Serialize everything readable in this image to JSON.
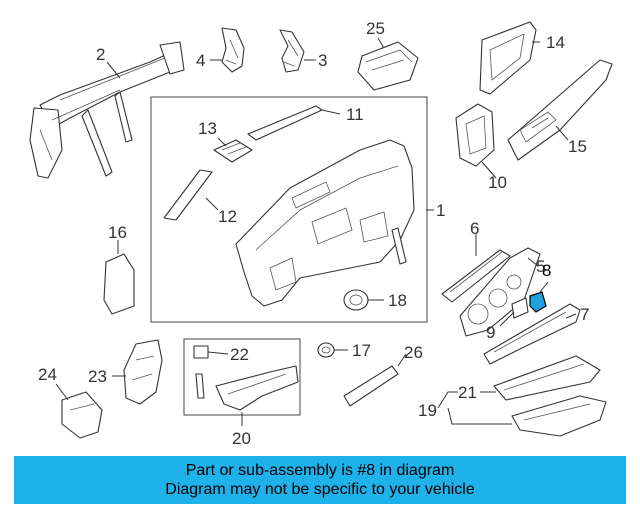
{
  "diagram": {
    "callouts": [
      "1",
      "2",
      "3",
      "4",
      "5",
      "6",
      "7",
      "8",
      "9",
      "10",
      "11",
      "12",
      "13",
      "14",
      "15",
      "16",
      "17",
      "18",
      "19",
      "20",
      "21",
      "22",
      "23",
      "24",
      "25",
      "26"
    ],
    "highlighted_part": "8",
    "colors": {
      "line": "#333333",
      "highlight_fill": "#1fa3e0",
      "banner": "#1fb1ea"
    }
  },
  "banner": {
    "line1": "Part or sub-assembly is #8 in diagram",
    "line2": "Diagram may not be specific to your vehicle"
  }
}
